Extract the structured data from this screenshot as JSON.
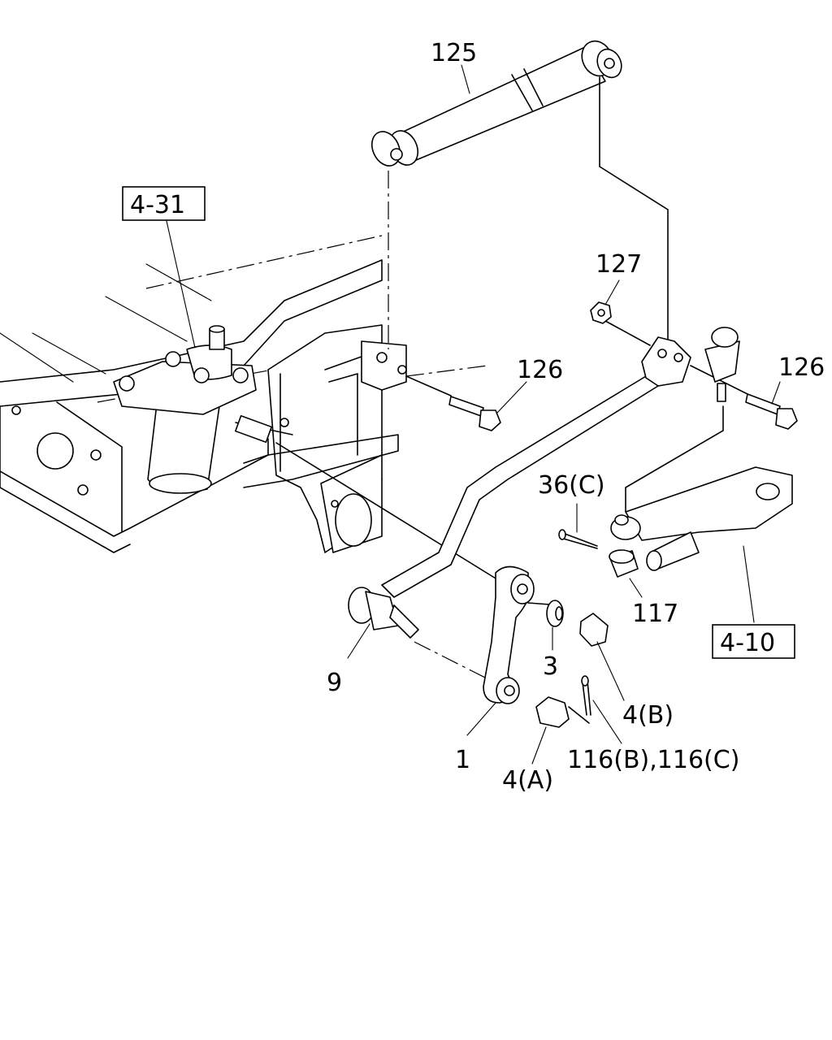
{
  "callouts": {
    "p125": "125",
    "p127": "127",
    "p126a": "126",
    "p126b": "126",
    "p36c": "36(C)",
    "p117": "117",
    "p9": "9",
    "p3": "3",
    "p4b": "4(B)",
    "p1": "1",
    "p4a": "4(A)",
    "p116": "116(B),116(C)"
  },
  "refs": {
    "r431": "4-31",
    "r410": "4-10"
  }
}
